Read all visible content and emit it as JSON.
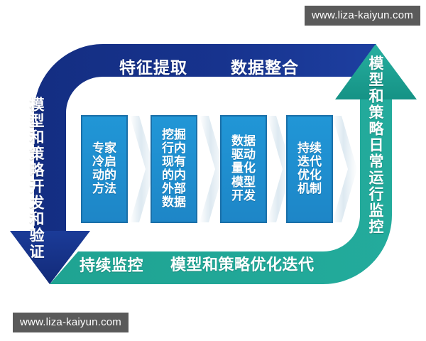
{
  "diagram": {
    "title_top_left": "特征提取",
    "title_top_right": "数据整合",
    "title_bottom_left": "持续监控",
    "title_bottom_right": "模型和策略优化迭代",
    "left_arrow_label": "模型和策略开发和验证",
    "right_arrow_label": "模型和策略日常运行监控",
    "colors": {
      "dark_blue": "#19358c",
      "dark_blue_deep": "#15307f",
      "teal": "#1fa896",
      "teal_light": "#31b3a3",
      "box_blue": "#1f8fd0",
      "box_border": "#1a6fa8",
      "chevron": "#dfeaf2",
      "watermark_bg": "#5a5a5a",
      "background": "#ffffff"
    },
    "steps": [
      {
        "id": "step-0",
        "label": "专家冷启动的方法"
      },
      {
        "id": "step-1",
        "label": "挖掘行内现有的内外部数据"
      },
      {
        "id": "step-2",
        "label": "数据驱动量化模型开发"
      },
      {
        "id": "step-3",
        "label": "持续迭代优化机制"
      }
    ]
  },
  "watermarks": {
    "top": "www.liza-kaiyun.com",
    "bottom": "www.liza-kaiyun.com"
  }
}
